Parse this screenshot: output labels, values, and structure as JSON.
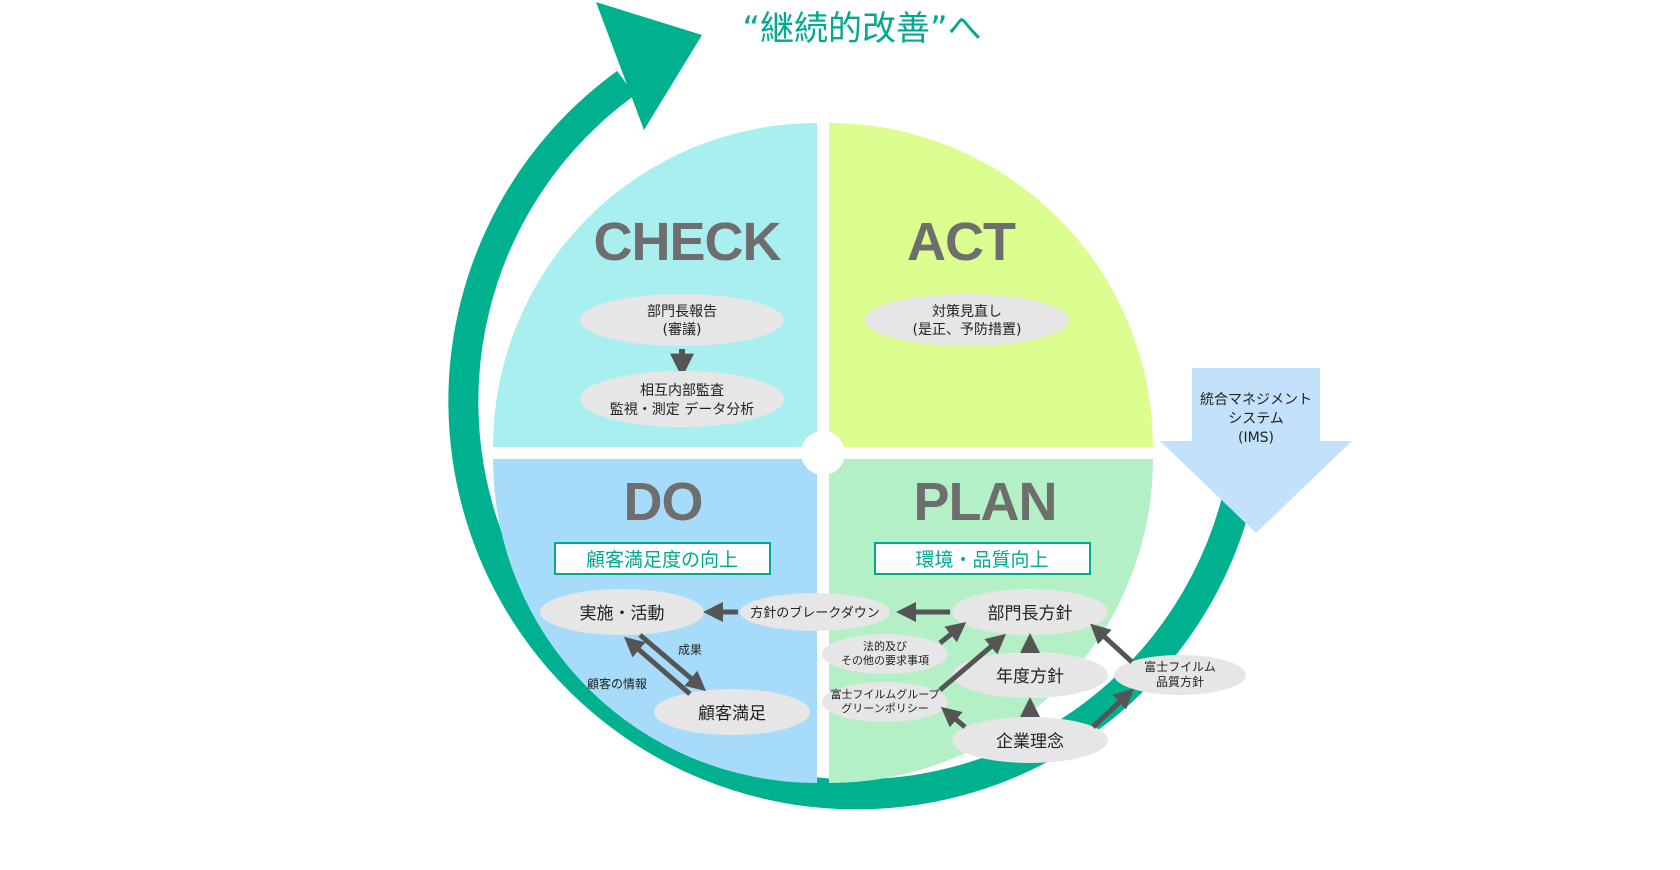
{
  "headline": "“継続的改善”へ",
  "ims": {
    "line1": "統合マネジメント",
    "line2": "システム",
    "line3": "(IMS)"
  },
  "quadrants": {
    "check": {
      "title": "CHECK",
      "report": {
        "line1": "部門長報告",
        "line2": "(審議)"
      },
      "audit": {
        "line1": "相互内部監査",
        "line2": "監視・測定 データ分析"
      }
    },
    "act": {
      "title": "ACT",
      "review": {
        "line1": "対策見直し",
        "line2": "(是正、予防措置)"
      }
    },
    "do": {
      "title": "DO",
      "goal": "顧客満足度の向上",
      "execution": "実施・活動",
      "satisfaction": "顧客満足",
      "result_label": "成果",
      "info_label": "顧客の情報"
    },
    "plan": {
      "title": "PLAN",
      "goal": "環境・品質向上",
      "dept_policy": "部門長方針",
      "breakdown": "方針のブレークダウン",
      "legal": {
        "line1": "法的及び",
        "line2": "その他の要求事項"
      },
      "annual_policy": "年度方針",
      "green_policy": {
        "line1": "富士フイルムグループ",
        "line2": "グリーンポリシー"
      },
      "quality_policy": {
        "line1": "富士フイルム",
        "line2": "品質方針"
      },
      "philosophy": "企業理念"
    }
  },
  "colors": {
    "check": "#aaeff0",
    "act": "#dcfd8f",
    "do": "#a6dcfa",
    "plan": "#b3f0c6",
    "cycle_arrow": "#00b18f",
    "ims_arrow": "#c3e1fb",
    "oval": "#e6e6e6",
    "title": "#6e6e6e"
  }
}
